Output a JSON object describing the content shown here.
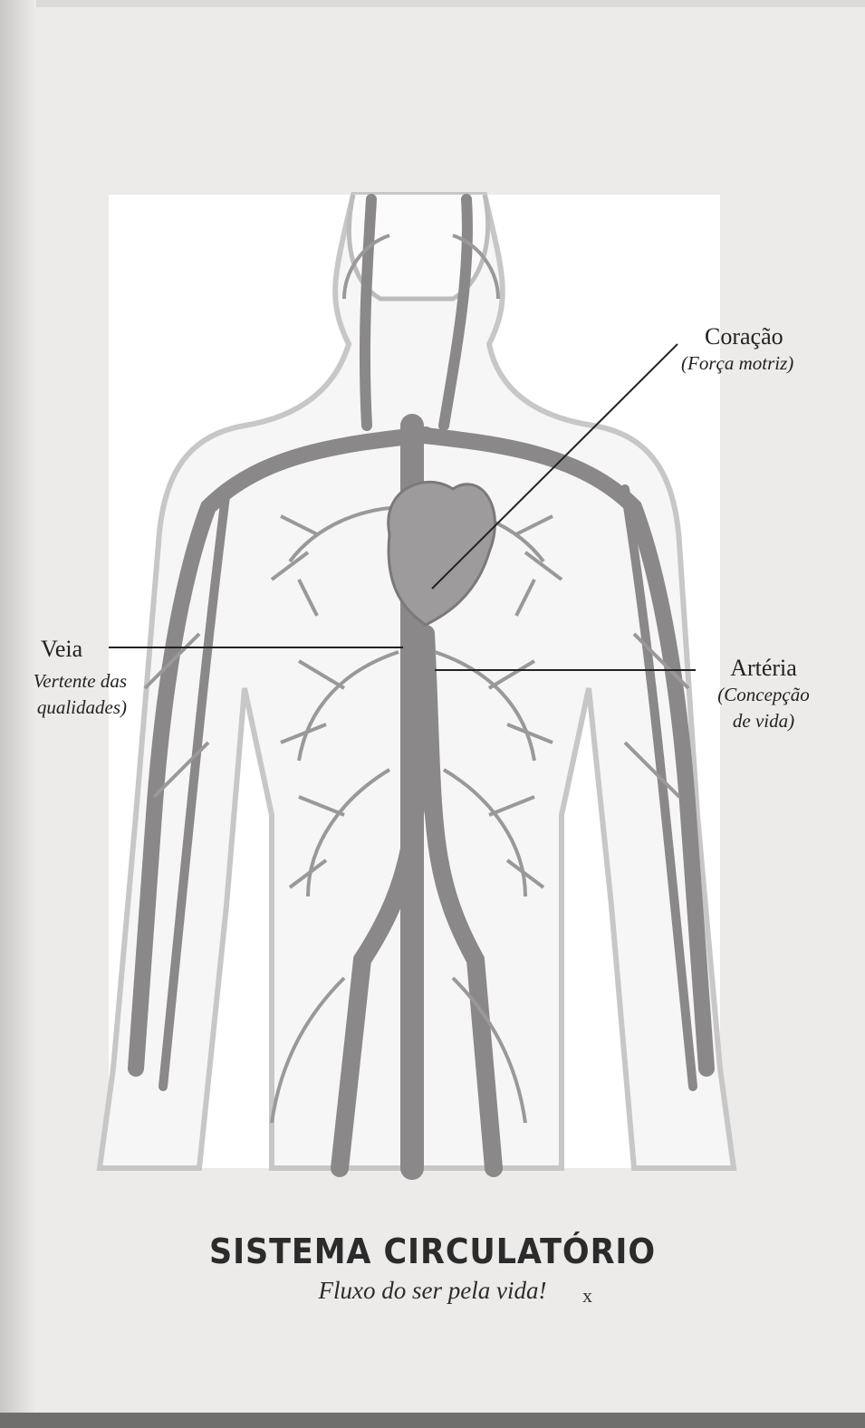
{
  "labels": {
    "heart": {
      "name": "Coração",
      "desc": "(Força motriz)"
    },
    "vein": {
      "name": "Veia",
      "desc_line1": "Vertente das",
      "desc_line2": "qualidades)"
    },
    "artery": {
      "name": "Artéria",
      "desc_line1": "(Concepção",
      "desc_line2": "de vida)"
    }
  },
  "caption": {
    "title": "SISTEMA CIRCULATÓRIO",
    "subtitle": "Fluxo do ser pela vida!",
    "handwritten_mark": "x"
  },
  "colors": {
    "vessel": "#8a8889",
    "body_outline": "#c8c7c7",
    "page": "#ecebea"
  }
}
